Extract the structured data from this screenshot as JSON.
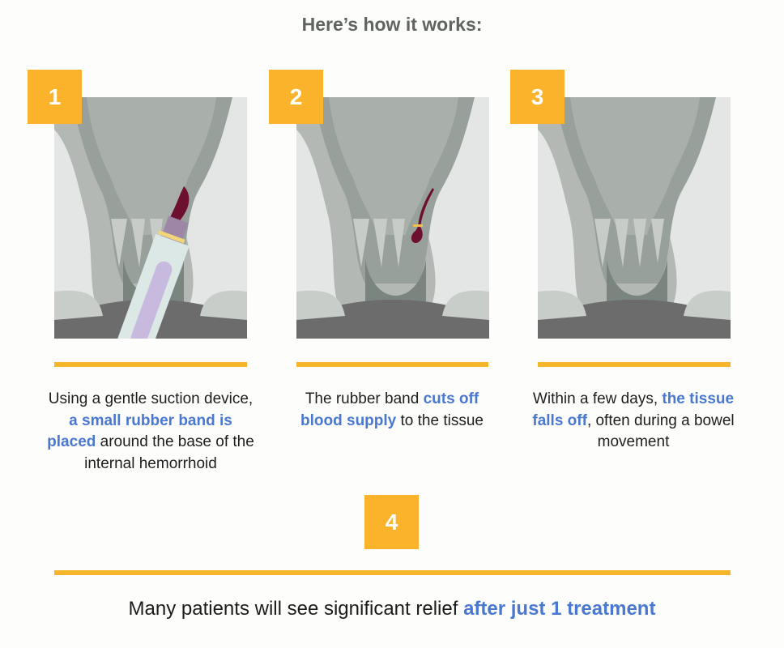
{
  "header": {
    "title": "Here’s how it works:"
  },
  "colors": {
    "accent": "#fbb32b",
    "bar": "#f7b52c",
    "highlight": "#4a78d0",
    "title": "#5f6460",
    "hemorrhoid": "#6d0f2e",
    "device": "#c8b9de"
  },
  "steps": [
    {
      "number": "1",
      "illustration": "rubber-band-applicator-on-hemorrhoid",
      "caption": {
        "pre": "Using a gentle suction device, ",
        "highlight": "a small rubber band is placed",
        "post": " around the base of the internal hemorrhoid"
      }
    },
    {
      "number": "2",
      "illustration": "banded-hemorrhoid",
      "caption": {
        "pre": "The rubber band ",
        "highlight": "cuts off blood supply",
        "post": " to the tissue"
      }
    },
    {
      "number": "3",
      "illustration": "healed-tissue",
      "caption": {
        "pre": "Within a few days, ",
        "highlight": "the tissue falls off",
        "post": ", often during a bowel movement"
      }
    },
    {
      "number": "4",
      "caption": {
        "pre": "Many patients will see significant relief ",
        "highlight": "after just 1 treatment",
        "post": ""
      }
    }
  ]
}
